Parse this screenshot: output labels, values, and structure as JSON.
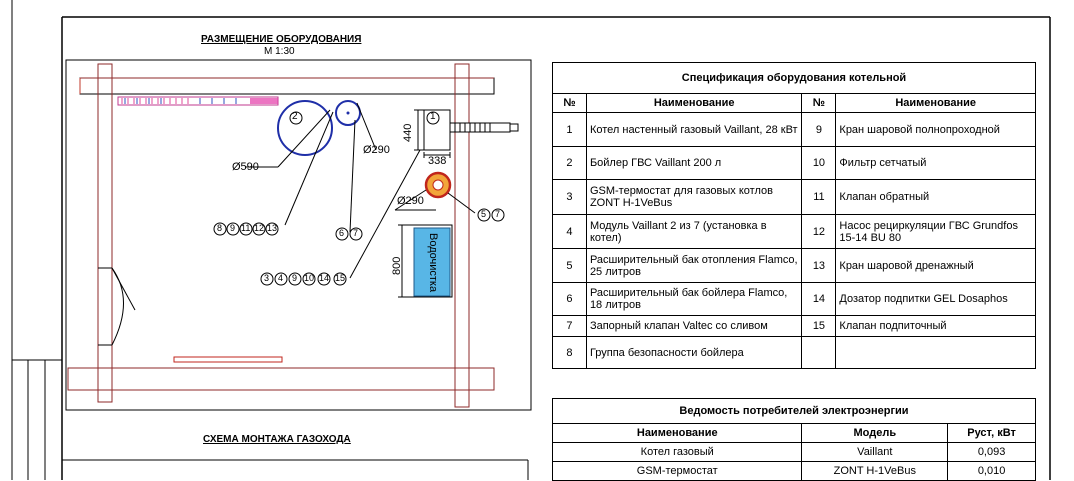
{
  "plan": {
    "title": "РАЗМЕЩЕНИЕ ОБОРУДОВАНИЯ",
    "scale": "М 1:30",
    "dim_590": "Ø590",
    "dim_290_a": "Ø290",
    "dim_290_b": "Ø290",
    "dim_440": "440",
    "dim_338": "338",
    "dim_800": "800",
    "tank_label": "Водочистка",
    "marker_1": "1",
    "marker_2": "2",
    "group_a": [
      "8",
      "9",
      "11",
      "12",
      "13"
    ],
    "group_b": [
      "6",
      "7"
    ],
    "group_c": [
      "5",
      "7"
    ],
    "group_d": [
      "3",
      "4",
      "9",
      "10",
      "14",
      "15"
    ]
  },
  "flue": {
    "title": "СХЕМА МОНТАЖА ГАЗОХОДА"
  },
  "spec": {
    "caption": "Спецификация оборудования котельной",
    "headers": [
      "№",
      "Наименование",
      "№",
      "Наименование"
    ],
    "rows": [
      {
        "n1": "1",
        "name1": "Котел настенный газовый Vaillant, 28 кВт",
        "n2": "9",
        "name2": "Кран шаровой полнопроходной"
      },
      {
        "n1": "2",
        "name1": "Бойлер ГВС Vaillant 200 л",
        "n2": "10",
        "name2": "Фильтр сетчатый"
      },
      {
        "n1": "3",
        "name1": "GSM-термостат для газовых котлов ZONT H-1VeBus",
        "n2": "11",
        "name2": "Клапан обратный"
      },
      {
        "n1": "4",
        "name1": "Модуль Vaillant 2 из 7 (установка в котел)",
        "n2": "12",
        "name2": "Насос рециркуляции ГВС Grundfos 15-14 BU 80"
      },
      {
        "n1": "5",
        "name1": "Расширительный бак отопления Flamco, 25 литров",
        "n2": "13",
        "name2": "Кран шаровой дренажный"
      },
      {
        "n1": "6",
        "name1": "Расширительный бак бойлера Flamco, 18 литров",
        "n2": "14",
        "name2": "Дозатор подпитки GEL Dosaphos"
      },
      {
        "n1": "7",
        "name1": "Запорный клапан Valtec со сливом",
        "n2": "15",
        "name2": "Клапан подпиточный"
      },
      {
        "n1": "8",
        "name1": "Группа безопасности бойлера",
        "n2": "",
        "name2": ""
      }
    ]
  },
  "power": {
    "caption": "Ведомость потребителей электроэнергии",
    "headers": [
      "Наименование",
      "Модель",
      "Руст, кВт"
    ],
    "rows": [
      {
        "name": "Котел газовый",
        "model": "Vaillant",
        "kw": "0,093"
      },
      {
        "name": "GSM-термостат",
        "model": "ZONT H-1VeBus",
        "kw": "0,010"
      }
    ]
  }
}
